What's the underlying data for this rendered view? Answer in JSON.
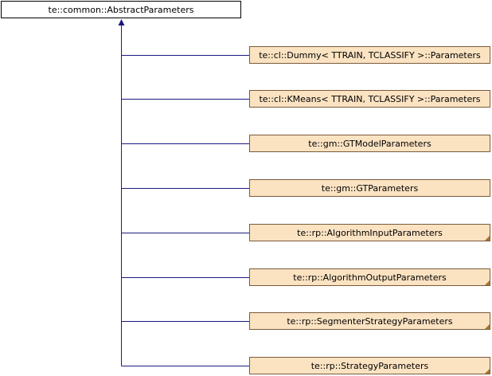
{
  "diagram": {
    "base": {
      "label": "te::common::AbstractParameters"
    },
    "derived": [
      {
        "label": "te::cl::Dummy< TTRAIN, TCLASSIFY >::Parameters",
        "truncated": false
      },
      {
        "label": "te::cl::KMeans< TTRAIN, TCLASSIFY >::Parameters",
        "truncated": false
      },
      {
        "label": "te::gm::GTModelParameters",
        "truncated": false
      },
      {
        "label": "te::gm::GTParameters",
        "truncated": false
      },
      {
        "label": "te::rp::AlgorithmInputParameters",
        "truncated": true
      },
      {
        "label": "te::rp::AlgorithmOutputParameters",
        "truncated": true
      },
      {
        "label": "te::rp::SegmenterStrategyParameters",
        "truncated": true
      },
      {
        "label": "te::rp::StrategyParameters",
        "truncated": true
      }
    ],
    "colors": {
      "base_fill": "#ffffff",
      "derived_fill": "#fbe3c2",
      "box_border": "#7a5a3a",
      "connector": "#1a1a80",
      "fold_corner": "#a07830"
    }
  }
}
